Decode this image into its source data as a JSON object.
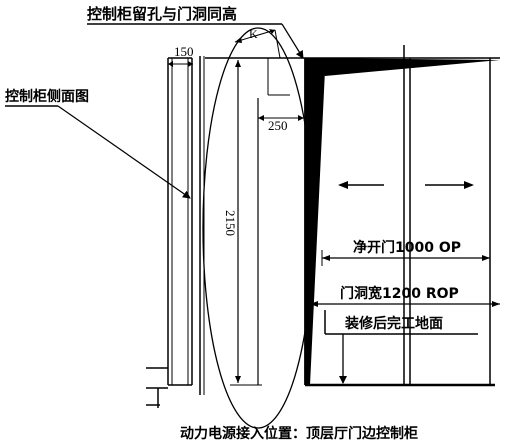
{
  "diagram": {
    "title_top": "控制柜留孔与门洞同高",
    "label_side_view": "控制柜侧面图",
    "dim_150": "150",
    "dim_K": "K",
    "dim_250": "250",
    "dim_2150": "2150",
    "label_clear_opening": "净开门1000 OP",
    "label_door_opening_width": "门洞宽1200 ROP",
    "label_finished_floor": "装修后完工地面",
    "bottom_caption": "动力电源接入位置：顶层厅门边控制柜"
  }
}
